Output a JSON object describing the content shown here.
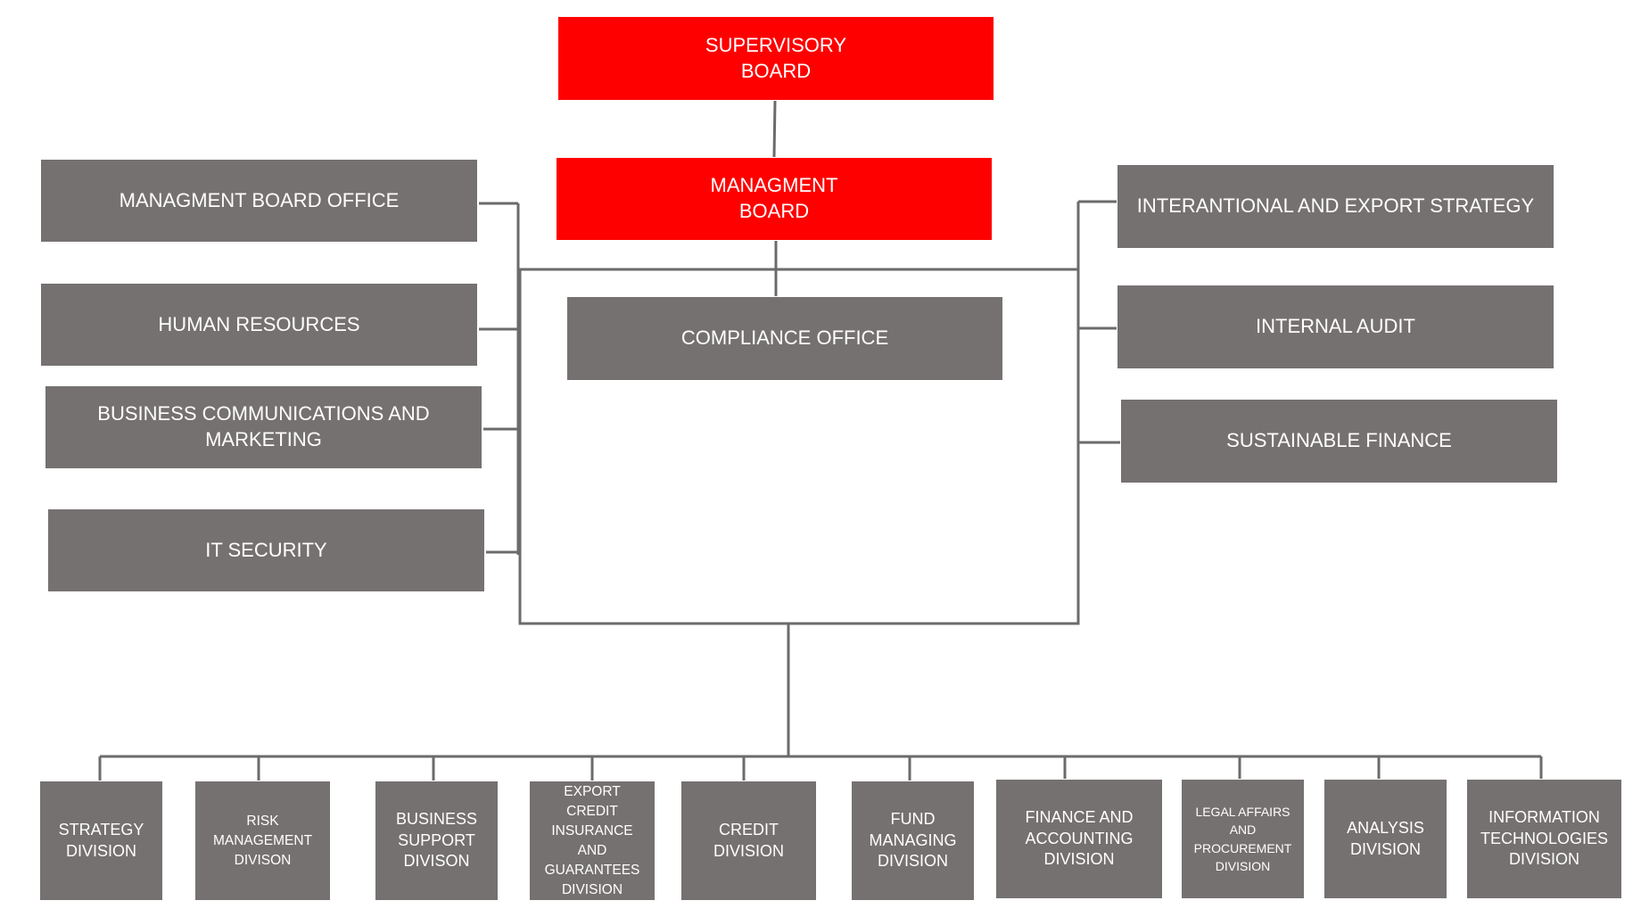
{
  "colors": {
    "board": "#ff0000",
    "unit": "#757170",
    "line": "#6b6b6b",
    "text": "#ffffff"
  },
  "boards": {
    "supervisory": "SUPERVISORY\nBOARD",
    "management": "MANAGMENT\nBOARD"
  },
  "left_units": [
    "MANAGMENT BOARD OFFICE",
    "HUMAN RESOURCES",
    "BUSINESS COMMUNICATIONS AND\nMARKETING",
    "IT SECURITY"
  ],
  "center_unit": "COMPLIANCE OFFICE",
  "right_units": [
    "INTERANTIONAL AND EXPORT STRATEGY",
    "INTERNAL AUDIT",
    "SUSTAINABLE FINANCE"
  ],
  "divisions": [
    "STRATEGY\nDIVISION",
    "RISK\nMANAGEMENT\nDIVISON",
    "BUSINESS\nSUPPORT\nDIVISON",
    "EXPORT\nCREDIT\nINSURANCE\nAND\nGUARANTEES\nDIVISION",
    "CREDIT\nDIVISION",
    "FUND\nMANAGING\nDIVISION",
    "FINANCE AND\nACCOUNTING\nDIVISION",
    "LEGAL AFFAIRS\nAND\nPROCUREMENT\nDIVISION",
    "ANALYSIS\nDIVISION",
    "INFORMATION\nTECHNOLOGIES\nDIVISION"
  ]
}
